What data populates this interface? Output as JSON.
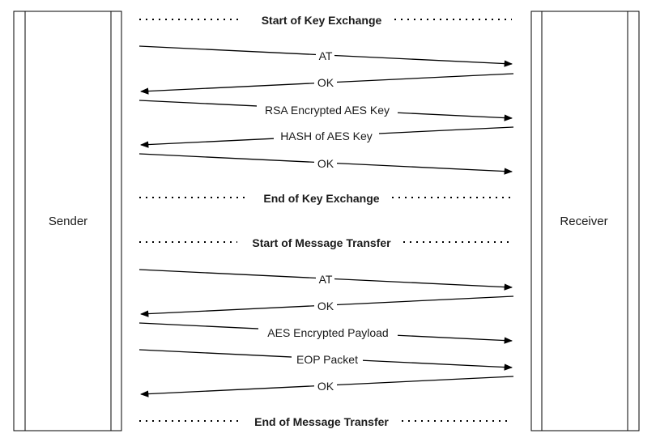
{
  "participants": {
    "sender": "Sender",
    "receiver": "Receiver"
  },
  "sections": [
    {
      "label": "Start of Key Exchange"
    },
    {
      "label": "End of Key Exchange"
    },
    {
      "label": "Start of Message Transfer"
    },
    {
      "label": "End of Message Transfer"
    }
  ],
  "messages": [
    {
      "label": "AT",
      "direction": "to-receiver"
    },
    {
      "label": "OK",
      "direction": "to-sender"
    },
    {
      "label": "RSA Encrypted AES Key",
      "direction": "to-receiver"
    },
    {
      "label": "HASH of AES Key",
      "direction": "to-sender"
    },
    {
      "label": "OK",
      "direction": "to-receiver"
    },
    {
      "label": "AT",
      "direction": "to-receiver"
    },
    {
      "label": "OK",
      "direction": "to-sender"
    },
    {
      "label": "AES Encrypted Payload",
      "direction": "to-receiver"
    },
    {
      "label": "EOP Packet",
      "direction": "to-receiver"
    },
    {
      "label": "OK",
      "direction": "to-sender"
    }
  ],
  "colors": {
    "stroke": "#000000",
    "text": "#1a1a1a",
    "background": "#ffffff"
  }
}
